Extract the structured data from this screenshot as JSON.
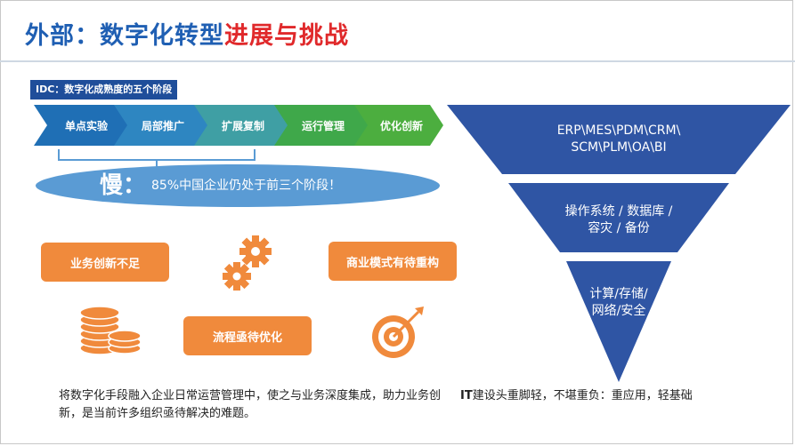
{
  "title": {
    "part1": "外部：数字化转型",
    "part2": "进展与挑战"
  },
  "idc_label": "IDC：数字化成熟度的五个阶段",
  "stages": [
    "单点实验",
    "局部推广",
    "扩展复制",
    "运行管理",
    "优化创新"
  ],
  "stage_colors": [
    "#1f6fb5",
    "#2e86c1",
    "#3f9fa4",
    "#3fa84a",
    "#4cae3f"
  ],
  "slow": {
    "char": "慢：",
    "text": "85%中国企业仍处于前三个阶段！"
  },
  "challenges": {
    "business_innovation": "业务创新不足",
    "business_model": "商业模式有待重构",
    "process": "流程亟待优化"
  },
  "icons": [
    "gears-icon",
    "coins-icon",
    "target-icon"
  ],
  "bottom_left_text": "将数字化手段融入企业日常运营管理中，使之与业务深度集成，助力业务创新，是当前许多组织亟待解决的难题。",
  "pyramid": {
    "level1": "ERP\\MES\\PDM\\CRM\\\nSCM\\PLM\\OA\\BI",
    "level2": "操作系统 / 数据库 /\n容灾 / 备份",
    "level3": "计算/存储/\n网络/安全"
  },
  "bottom_right": {
    "prefix": "IT",
    "text": "建设头重脚轻，不堪重负：重应用，轻基础"
  }
}
